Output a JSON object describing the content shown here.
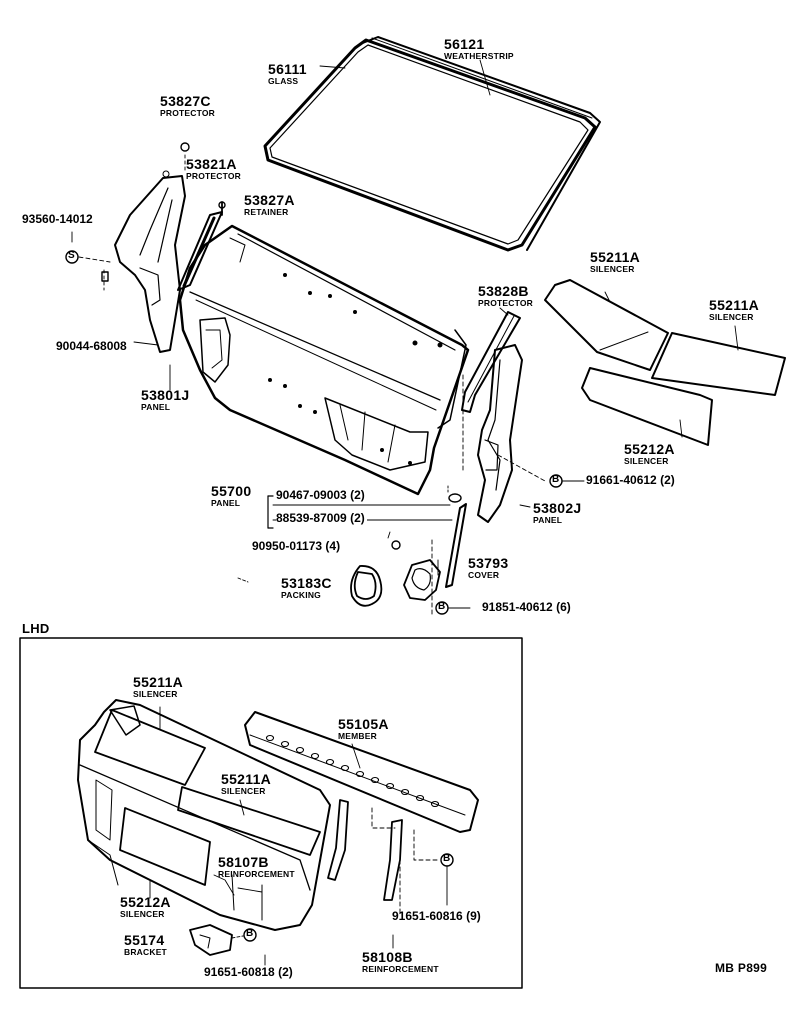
{
  "diagram": {
    "section_label": "LHD",
    "page_code": "MB P899",
    "parts": {
      "p56111": {
        "number": "56111",
        "name": "GLASS"
      },
      "p56121": {
        "number": "56121",
        "name": "WEATHERSTRIP"
      },
      "p53827C": {
        "number": "53827C",
        "name": "PROTECTOR"
      },
      "p53821A": {
        "number": "53821A",
        "name": "PROTECTOR"
      },
      "p53827A": {
        "number": "53827A",
        "name": "RETAINER"
      },
      "p93560": {
        "number": "93560-14012"
      },
      "p90044": {
        "number": "90044-68008"
      },
      "p53801J": {
        "number": "53801J",
        "name": "PANEL"
      },
      "p53828B": {
        "number": "53828B",
        "name": "PROTECTOR"
      },
      "p55211A_1": {
        "number": "55211A",
        "name": "SILENCER"
      },
      "p55211A_2": {
        "number": "55211A",
        "name": "SILENCER"
      },
      "p55212A": {
        "number": "55212A",
        "name": "SILENCER"
      },
      "p91661": {
        "number": "91661-40612",
        "qty": "(2)"
      },
      "p53802J": {
        "number": "53802J",
        "name": "PANEL"
      },
      "p55700": {
        "number": "55700",
        "name": "PANEL"
      },
      "p90467": {
        "number": "90467-09003",
        "qty": "(2)"
      },
      "p88539": {
        "number": "88539-87009",
        "qty": "(2)"
      },
      "p90950": {
        "number": "90950-01173",
        "qty": "(4)"
      },
      "p53183C": {
        "number": "53183C",
        "name": "PACKING"
      },
      "p53793": {
        "number": "53793",
        "name": "COVER"
      },
      "p91851": {
        "number": "91851-40612",
        "qty": "(6)"
      },
      "l55211A_1": {
        "number": "55211A",
        "name": "SILENCER"
      },
      "l55105A": {
        "number": "55105A",
        "name": "MEMBER"
      },
      "l55211A_2": {
        "number": "55211A",
        "name": "SILENCER"
      },
      "l58107B": {
        "number": "58107B",
        "name": "REINFORCEMENT"
      },
      "l55212A": {
        "number": "55212A",
        "name": "SILENCER"
      },
      "l91651_9": {
        "number": "91651-60816",
        "qty": "(9)"
      },
      "l55174": {
        "number": "55174",
        "name": "BRACKET"
      },
      "l58108B": {
        "number": "58108B",
        "name": "REINFORCEMENT"
      },
      "l91651_2": {
        "number": "91651-60818",
        "qty": "(2)"
      }
    },
    "symbols": {
      "screw_s": "S",
      "bolt_b": "B"
    }
  }
}
